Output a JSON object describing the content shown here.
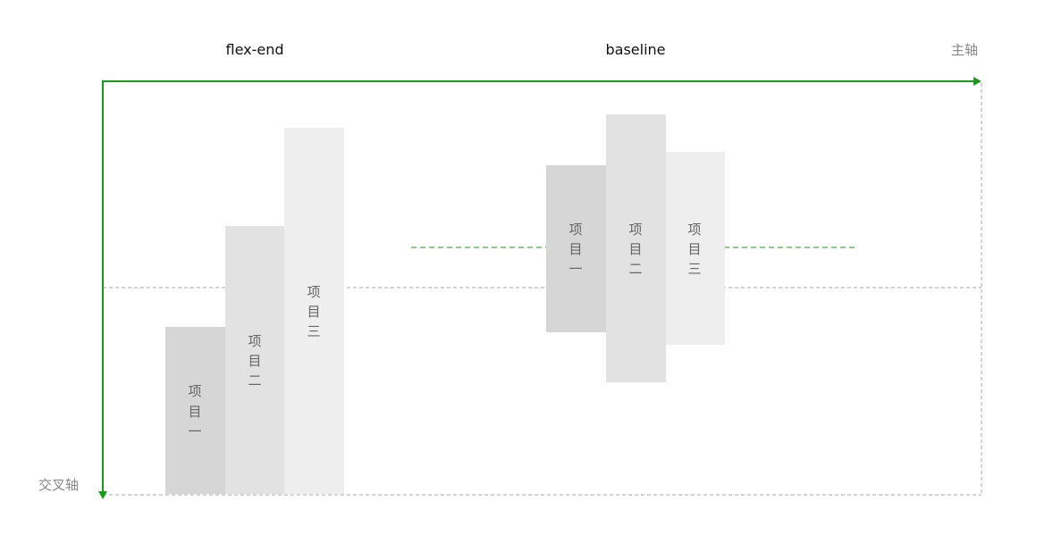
{
  "labels": {
    "left_title": "flex-end",
    "right_title": "baseline",
    "main_axis": "主轴",
    "cross_axis": "交叉轴"
  },
  "items": [
    {
      "chars": [
        "项",
        "目",
        "一"
      ]
    },
    {
      "chars": [
        "项",
        "目",
        "二"
      ]
    },
    {
      "chars": [
        "项",
        "目",
        "三"
      ]
    }
  ],
  "colors": {
    "axis": "#1a9a1a",
    "baseline_line": "#1a9a1a",
    "guide_line": "#aaaaaa",
    "item_1": "#d6d6d6",
    "item_2": "#e2e2e2",
    "item_3": "#eeeeee"
  }
}
